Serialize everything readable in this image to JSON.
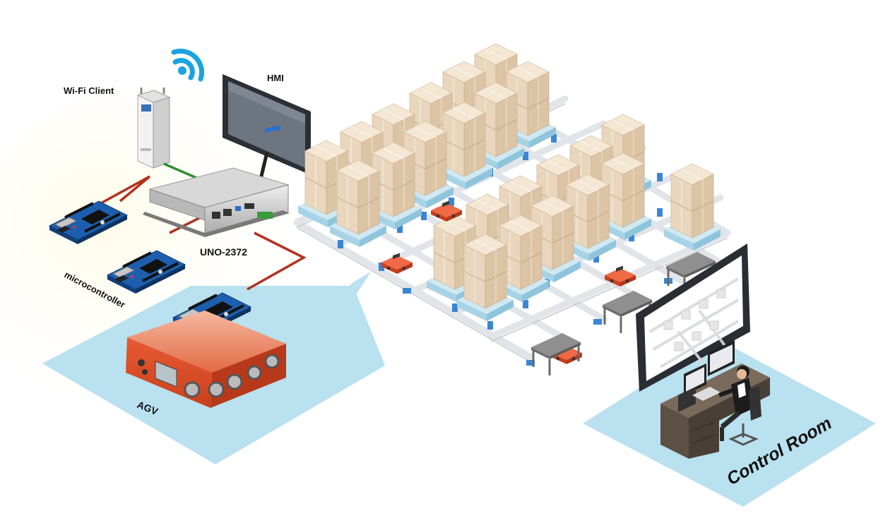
{
  "labels": {
    "wifi_client": "Wi-Fi Client",
    "hmi": "HMI",
    "gateway": "UNO-2372",
    "microcontroller": "microcontroller",
    "agv": "AGV",
    "control_room": "Control Room"
  },
  "icons": {
    "wifi": "wifi-signal-icon",
    "antenna": "wifi-access-point-icon",
    "monitor": "hmi-monitor-icon",
    "board": "microcontroller-board-icon",
    "robot": "agv-robot-icon",
    "box": "cargo-box-icon",
    "operator": "operator-icon"
  },
  "colors": {
    "floor": "#b9e1ef",
    "cable_red": "#b3321e",
    "cable_green": "#2f8f2f",
    "cable_black": "#222222",
    "board_blue": "#1d5fae",
    "agv_orange": "#e0512e",
    "wifi_blue": "#1aa3e0",
    "pallet": "#cfe8f2",
    "box": "#eedcc3",
    "rail": "#e6e8ec"
  }
}
